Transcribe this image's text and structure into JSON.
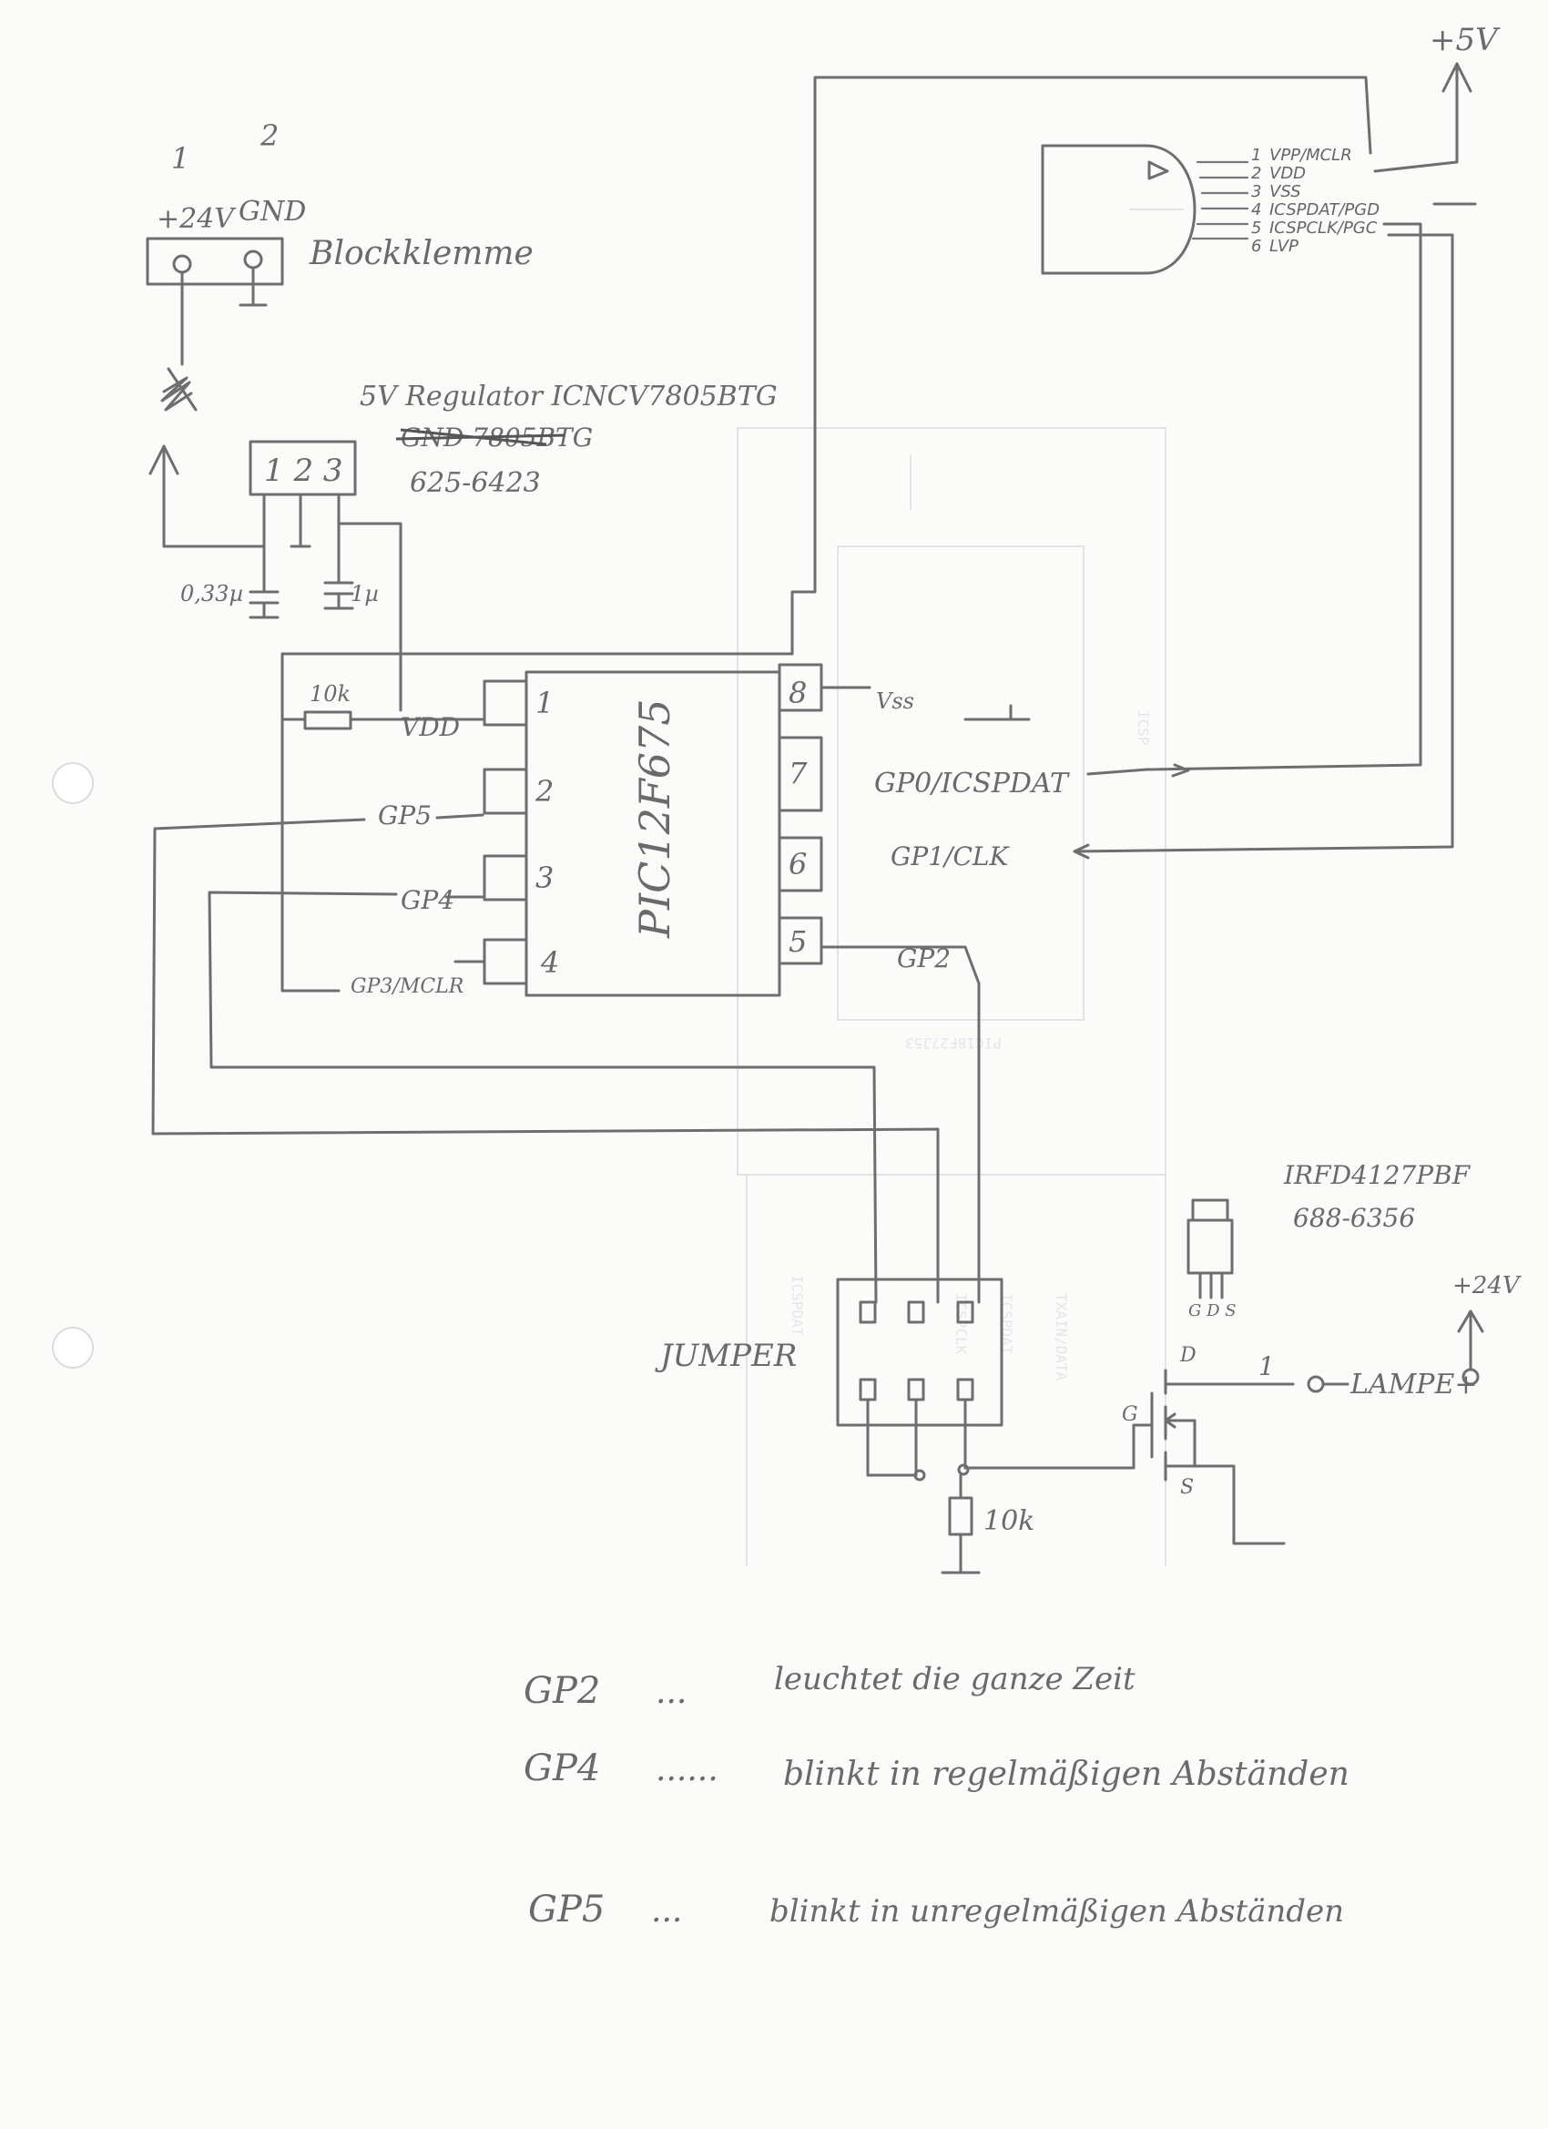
{
  "terminal_block": {
    "pin1_number": "1",
    "pin2_number": "2",
    "pin1_label": "+24V",
    "pin2_label": "GND",
    "name": "Blockklemme"
  },
  "regulator": {
    "title": "5V Regulator ICNCV7805BTG",
    "struck_text": "GND 7805BTG",
    "part_number": "625-6423",
    "pins": "1 2 3",
    "cap_in": "0,33µ",
    "cap_out": "1µ"
  },
  "resistor_pullup": "10k",
  "vdd_label": "VDD",
  "pic": {
    "name": "PIC12F675",
    "pins": [
      {
        "num": "1",
        "label": ""
      },
      {
        "num": "2",
        "label": "GP5"
      },
      {
        "num": "3",
        "label": "GP4"
      },
      {
        "num": "4",
        "label": "GP3/MCLR"
      },
      {
        "num": "5",
        "label": "GP2"
      },
      {
        "num": "6",
        "label": "GP1/CLK"
      },
      {
        "num": "7",
        "label": "GP0/ICSPDAT"
      },
      {
        "num": "8",
        "label": "Vss"
      }
    ]
  },
  "programmer": {
    "supply": "+5V",
    "pins": [
      {
        "num": "1",
        "label": "VPP/MCLR"
      },
      {
        "num": "2",
        "label": "VDD"
      },
      {
        "num": "3",
        "label": "VSS"
      },
      {
        "num": "4",
        "label": "ICSPDAT/PGD"
      },
      {
        "num": "5",
        "label": "ICSPCLK/PGC"
      },
      {
        "num": "6",
        "label": "LVP"
      }
    ]
  },
  "jumper_label": "JUMPER",
  "resistor_pulldown": "10k",
  "mosfet": {
    "part": "IRFD4127PBF",
    "part_number": "688-6356",
    "pinout": "G D S",
    "drain": "D",
    "gate": "G",
    "source": "S",
    "wire_number": "1",
    "lamp_label": "LAMPE+",
    "supply": "+24V"
  },
  "notes": [
    {
      "pin": "GP2",
      "dots": "...",
      "text": "leuchtet die ganze Zeit"
    },
    {
      "pin": "GP4",
      "dots": "......",
      "text": "blinkt in regelmäßigen Abständen"
    },
    {
      "pin": "GP5",
      "dots": "...",
      "text": "blinkt in unregelmäßigen Abständen"
    }
  ],
  "colors": {
    "pencil": "#6e6e6e",
    "paper": "#fbfbf9",
    "ghost_print": "#e3e3e3"
  }
}
